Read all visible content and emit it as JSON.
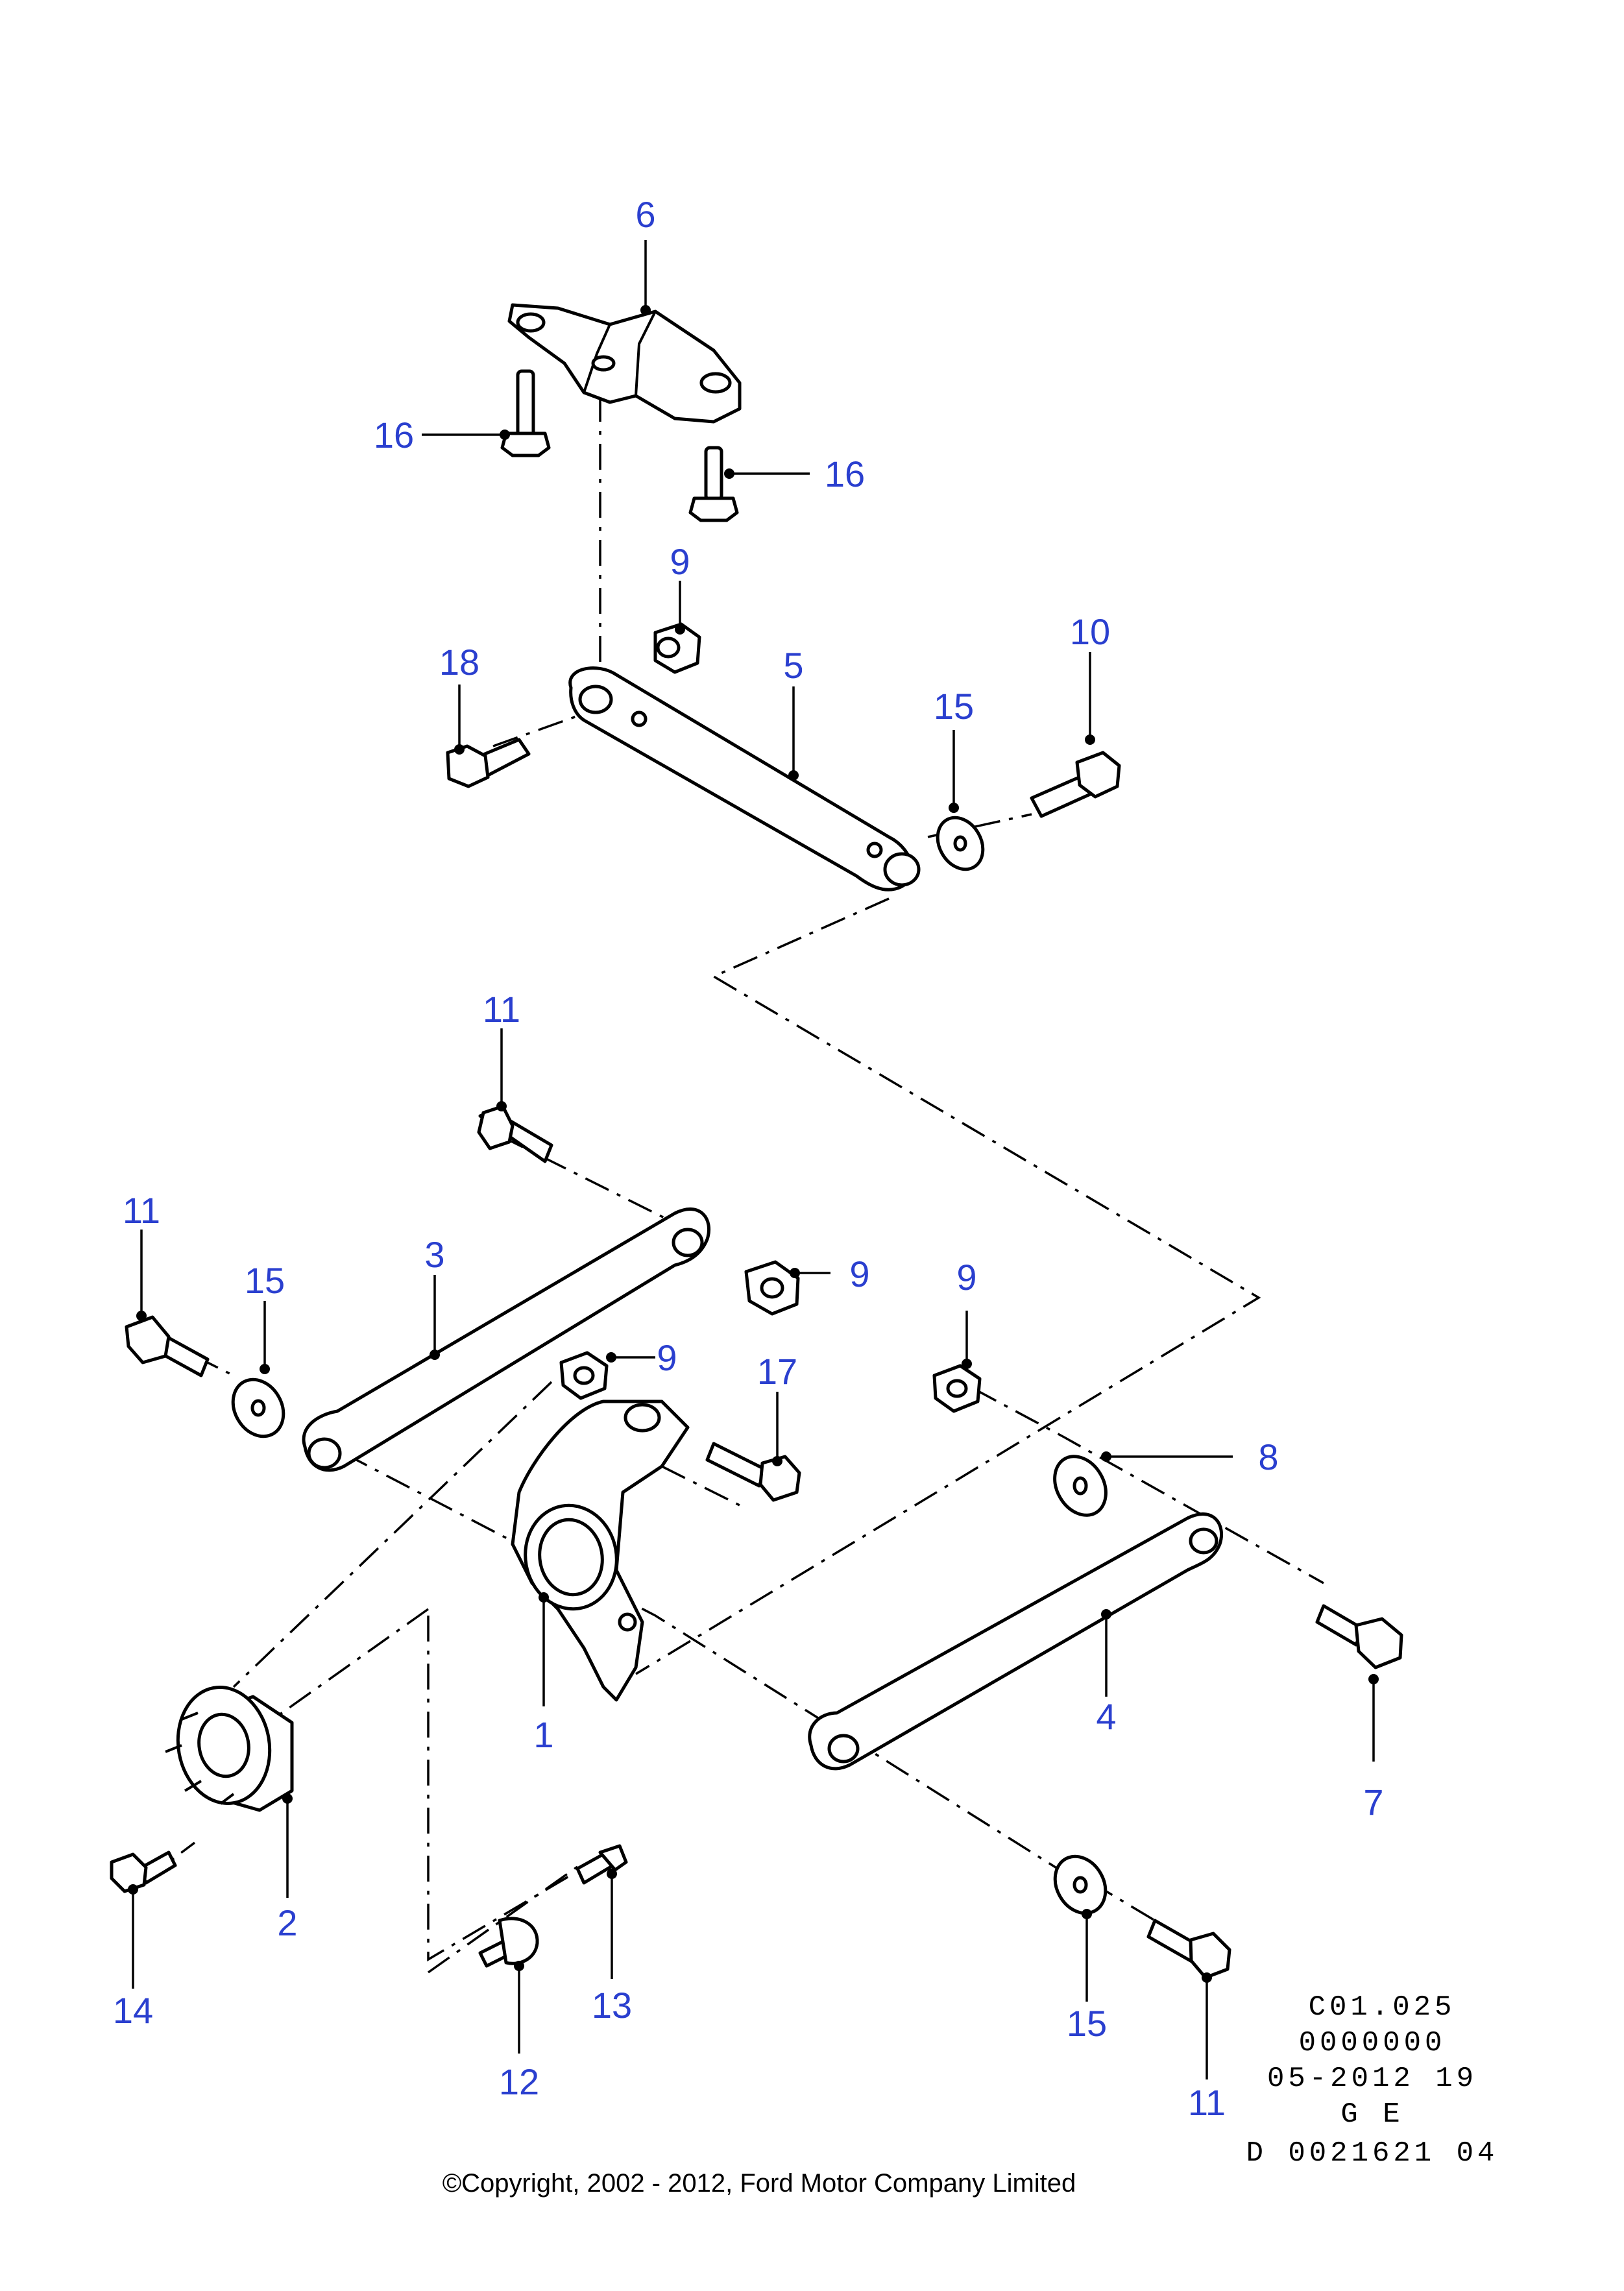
{
  "callouts": {
    "c6": "6",
    "c16a": "16",
    "c16b": "16",
    "c9a": "9",
    "c18": "18",
    "c5": "5",
    "c10": "10",
    "c15a": "15",
    "c11a": "11",
    "c11b": "11",
    "c15b": "15",
    "c3": "3",
    "c9b": "9",
    "c9c": "9",
    "c17": "17",
    "c9d": "9",
    "c8": "8",
    "c1": "1",
    "c4": "4",
    "c7": "7",
    "c2": "2",
    "c14": "14",
    "c13": "13",
    "c12": "12",
    "c15c": "15",
    "c11c": "11"
  },
  "info_block": {
    "line1": "C01.025",
    "line2": "0000000",
    "line3": "05-2012 19",
    "line4": "G E",
    "line5": "D 0021621 04"
  },
  "copyright": "©Copyright, 2002 - 2012, Ford Motor Company Limited"
}
